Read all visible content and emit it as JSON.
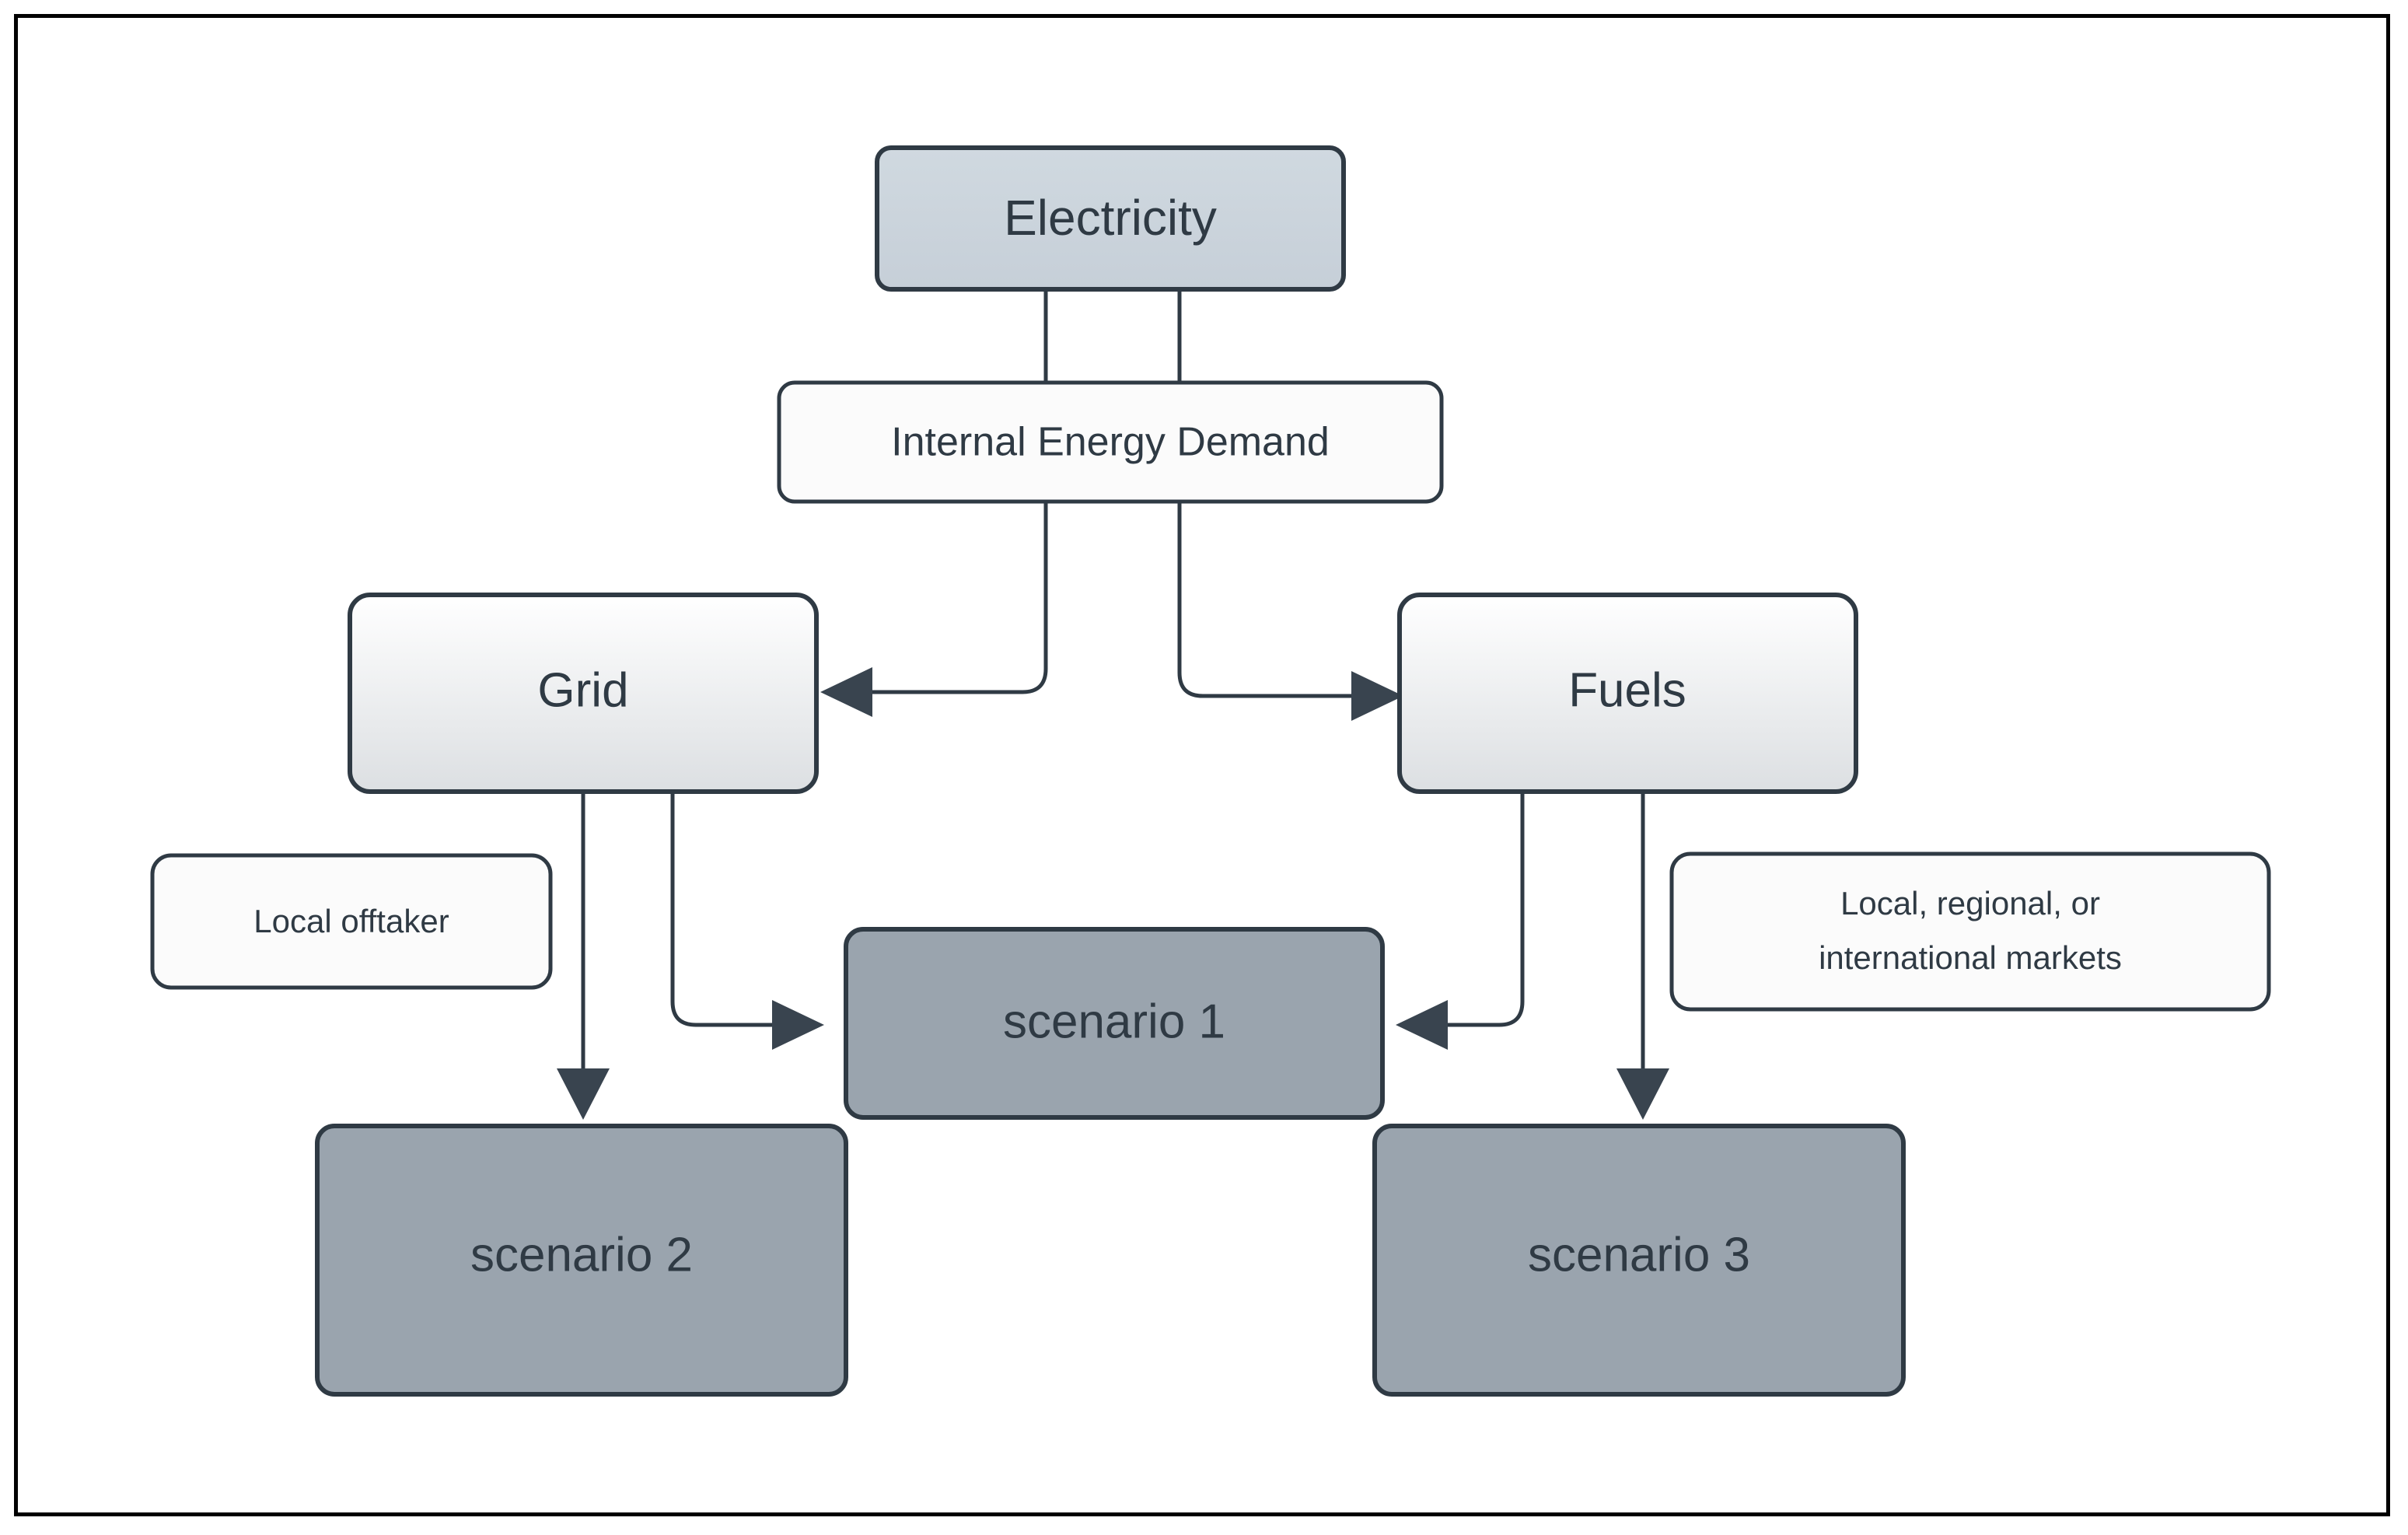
{
  "diagram": {
    "title_text": "",
    "frame": {
      "border_color": "#000000",
      "background": "#ffffff"
    },
    "palette": {
      "electricity_fill": "#ccd5dd",
      "source_fill_top": "#ffffff",
      "source_fill_bottom": "#dcdfe2",
      "scenario_fill": "#9aa4ae",
      "label_fill": "#fbfbfb",
      "stroke": "#2f3a44",
      "text": "#2f3a44",
      "arrow": "#39444f"
    },
    "nodes": [
      {
        "id": "electricity",
        "label": "Electricity",
        "type": "source-primary"
      },
      {
        "id": "internal-energy-demand",
        "label": "Internal Energy  Demand",
        "type": "annotation"
      },
      {
        "id": "grid",
        "label": "Grid",
        "type": "carrier"
      },
      {
        "id": "fuels",
        "label": "Fuels",
        "type": "carrier"
      },
      {
        "id": "local-offtaker",
        "label": "Local offtaker",
        "type": "annotation"
      },
      {
        "id": "markets",
        "label_line1": "Local, regional, or",
        "label_line2": "international markets",
        "type": "annotation"
      },
      {
        "id": "scenario-1",
        "label": "scenario 1",
        "type": "scenario"
      },
      {
        "id": "scenario-2",
        "label": "scenario 2",
        "type": "scenario"
      },
      {
        "id": "scenario-3",
        "label": "scenario 3",
        "type": "scenario"
      }
    ],
    "edges": [
      {
        "from": "electricity",
        "to": "grid",
        "arrow": "left"
      },
      {
        "from": "electricity",
        "to": "fuels",
        "arrow": "right"
      },
      {
        "from": "grid",
        "to": "scenario-2",
        "arrow": "down"
      },
      {
        "from": "grid",
        "to": "scenario-1",
        "arrow": "right"
      },
      {
        "from": "fuels",
        "to": "scenario-1",
        "arrow": "left"
      },
      {
        "from": "fuels",
        "to": "scenario-3",
        "arrow": "down"
      }
    ]
  }
}
